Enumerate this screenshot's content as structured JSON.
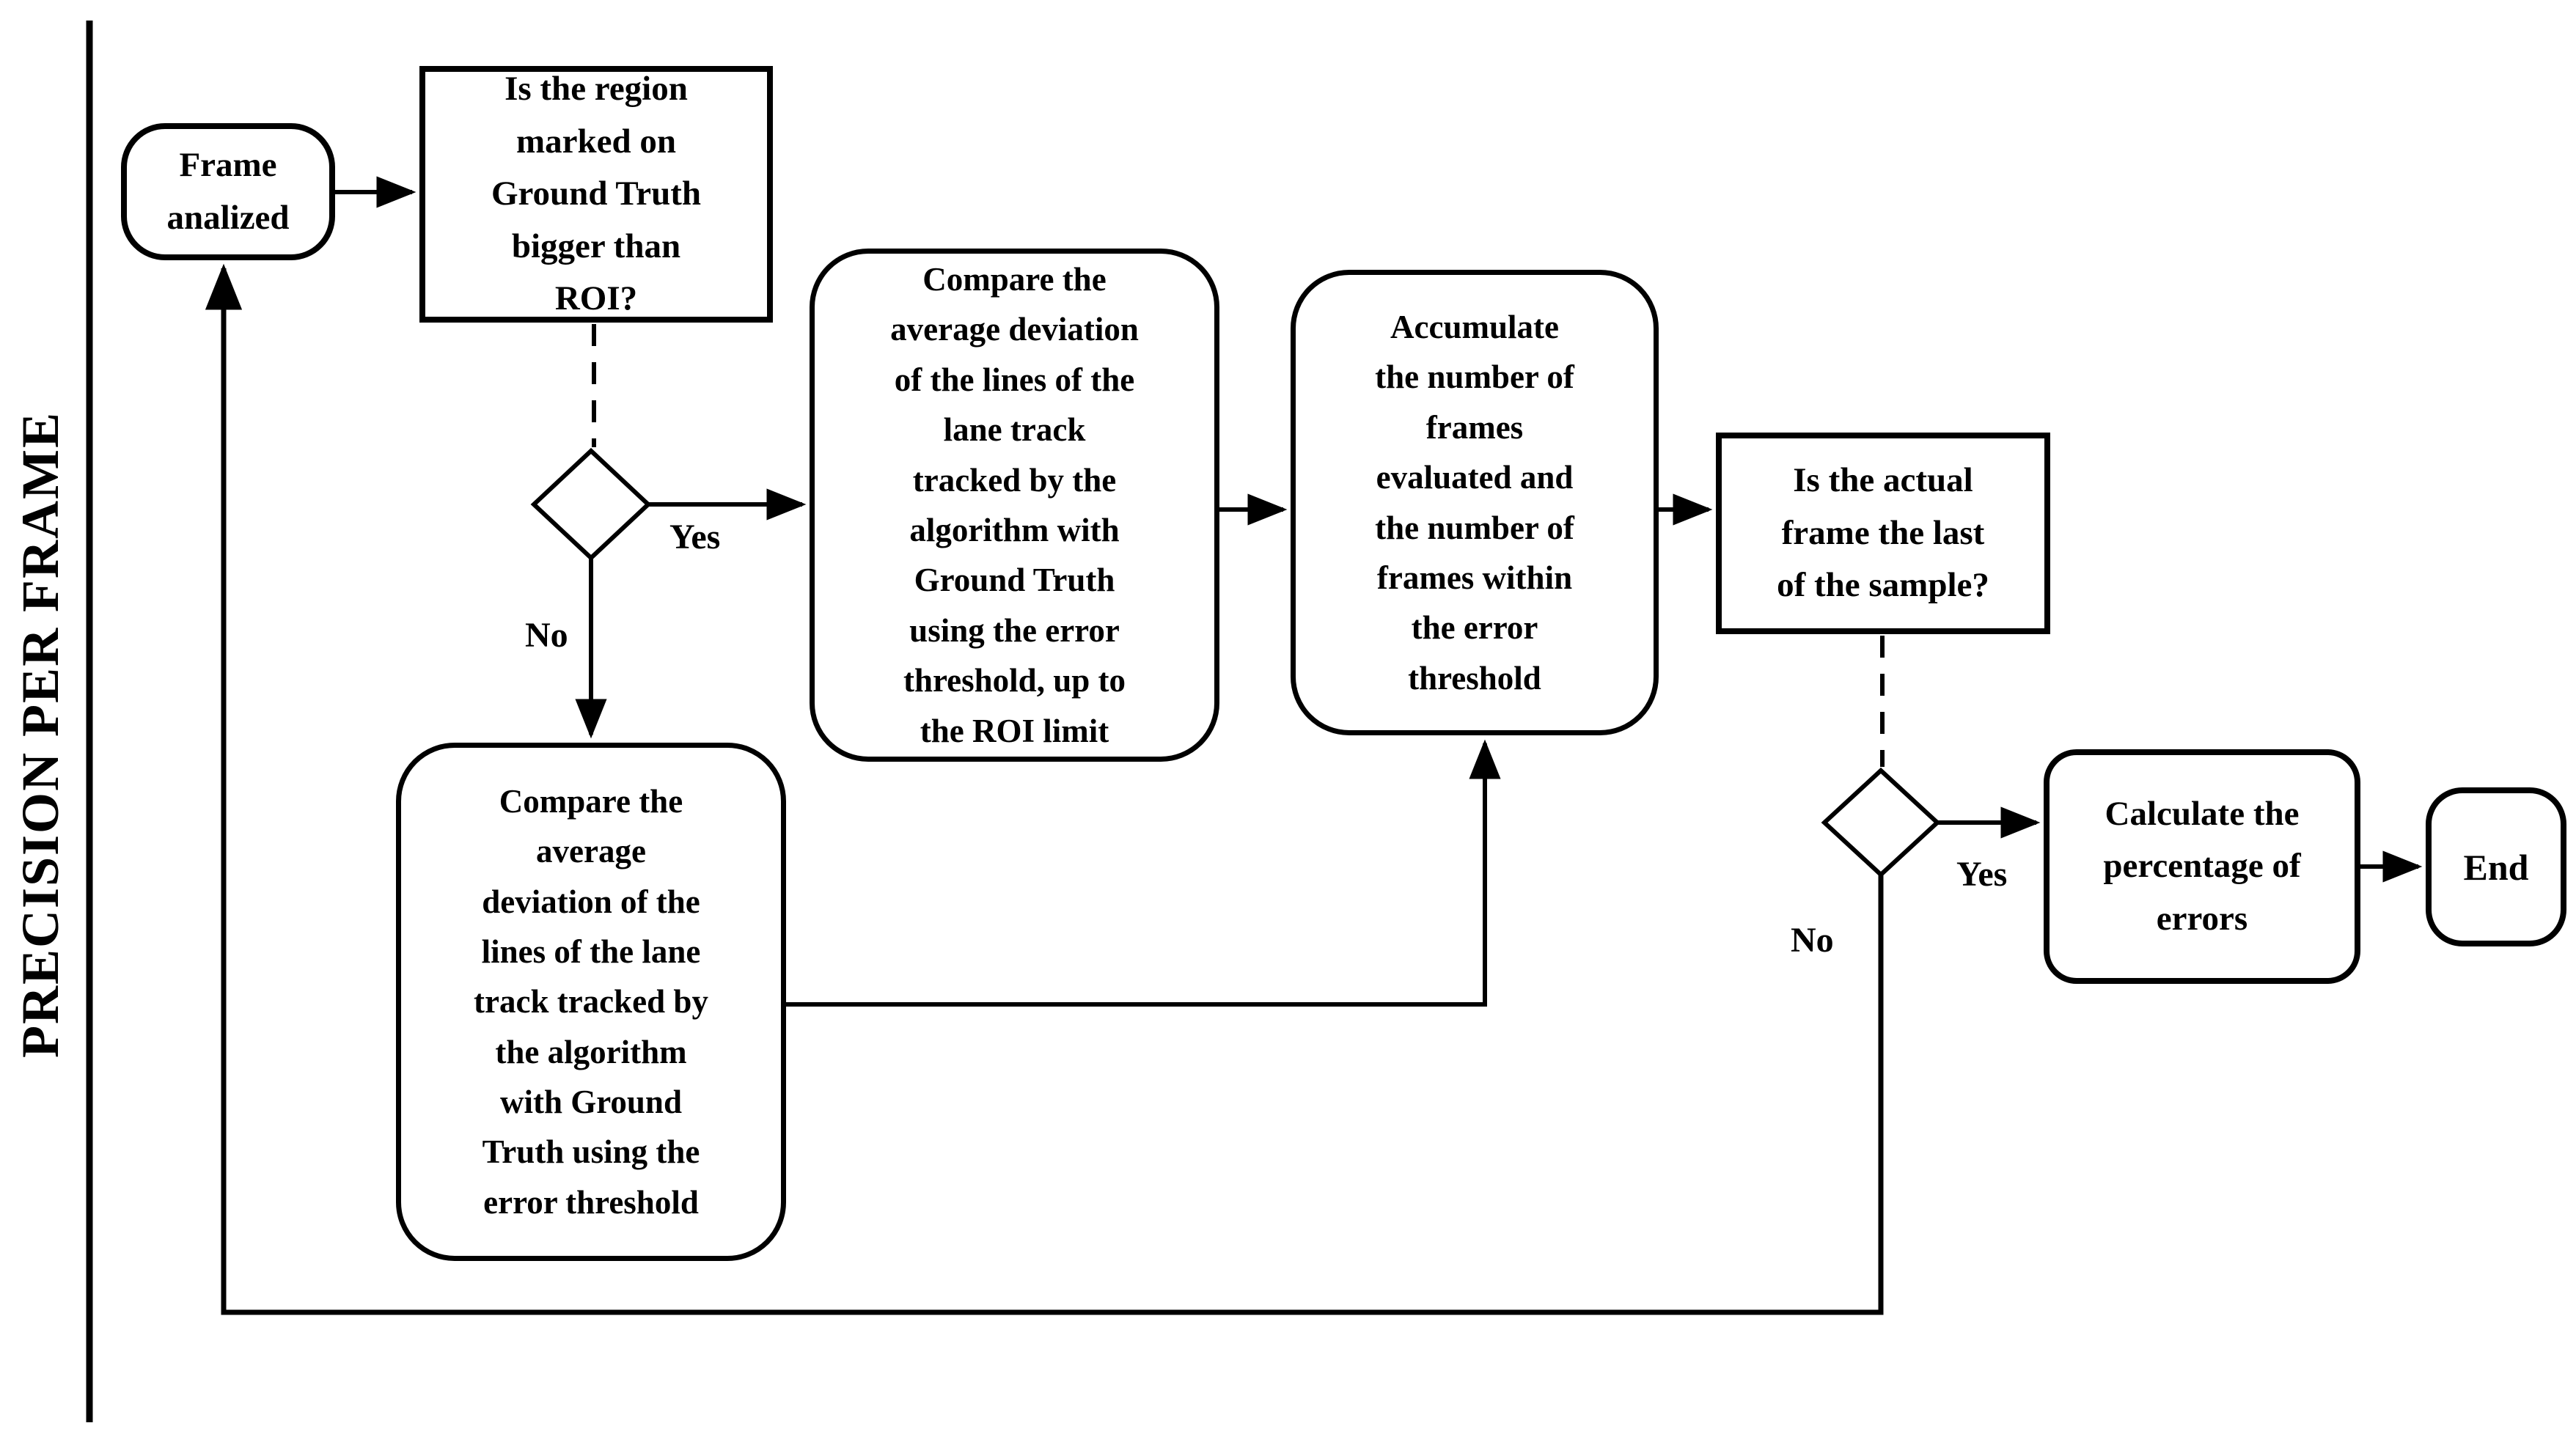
{
  "diagram": {
    "title": "PRECISION PER FRAME",
    "colors": {
      "stroke": "#000000",
      "background": "#ffffff"
    },
    "nodes": {
      "frame_analized": {
        "label": "Frame\nanalized"
      },
      "region_question": {
        "label": "Is the region\nmarked on\nGround Truth\nbigger than\nROI?"
      },
      "compare_roi": {
        "label": "Compare the\naverage deviation\nof the lines of the\nlane track\ntracked by the\nalgorithm with\nGround Truth\nusing the error\nthreshold, up to\nthe ROI limit"
      },
      "accumulate": {
        "label": "Accumulate\nthe number of\nframes\nevaluated and\nthe number of\nframes within\nthe error\nthreshold"
      },
      "last_frame_question": {
        "label": "Is the actual\nframe the last\nof the sample?"
      },
      "compare_threshold": {
        "label": "Compare the\naverage\ndeviation of the\nlines of the lane\ntrack tracked by\nthe algorithm\nwith Ground\nTruth using the\nerror threshold"
      },
      "calculate_errors": {
        "label": "Calculate the\npercentage of\nerrors"
      },
      "end": {
        "label": "End"
      }
    },
    "edge_labels": {
      "decision1_yes": "Yes",
      "decision1_no": "No",
      "decision2_yes": "Yes",
      "decision2_no": "No"
    }
  }
}
